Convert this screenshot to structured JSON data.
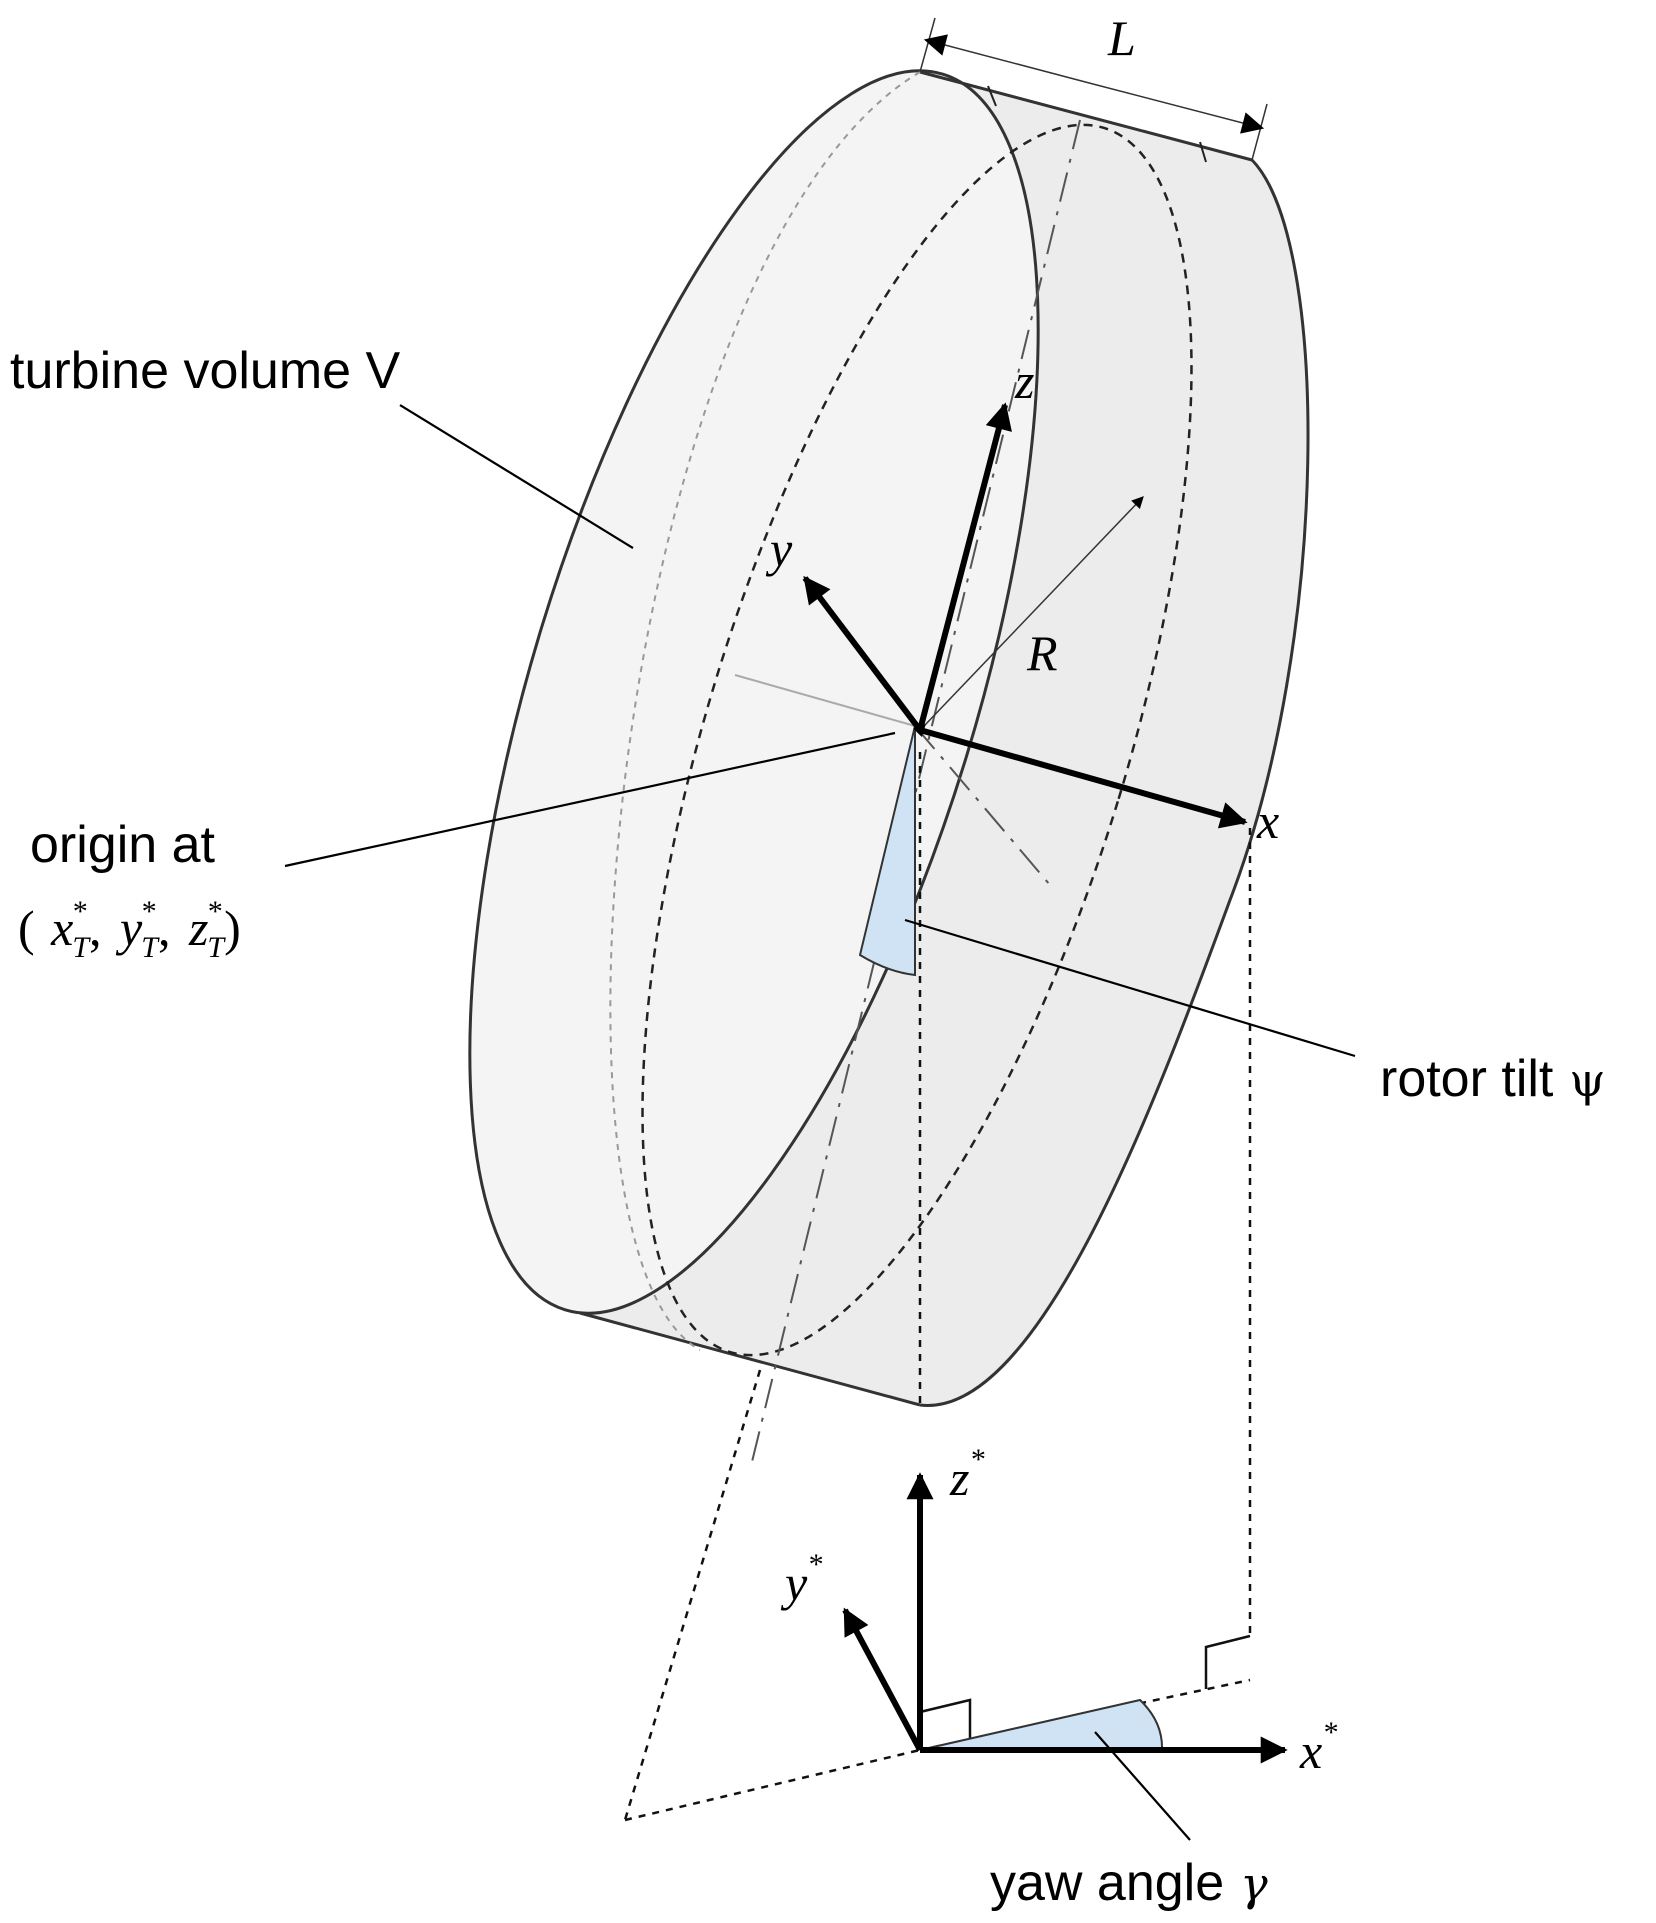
{
  "labels": {
    "L": "L",
    "R": "R",
    "x": "x",
    "y": "y",
    "z": "z",
    "x_star": "x",
    "y_star": "y",
    "z_star": "z",
    "star": "*",
    "turbine_volume": "turbine volume V",
    "origin_at": "origin at",
    "origin_open": "(",
    "origin_x": "x",
    "origin_y": "y",
    "origin_z": "z",
    "origin_sub": "T",
    "origin_comma": ",",
    "origin_close": ")",
    "rotor_tilt": "rotor tilt",
    "psi": "ψ",
    "yaw_angle": "yaw angle",
    "gamma": "γ"
  },
  "colors": {
    "fill_left_face": "#f4f4f4",
    "fill_body": "#ececec",
    "angle_fill": "#cfe3f4",
    "line": "#333333"
  }
}
